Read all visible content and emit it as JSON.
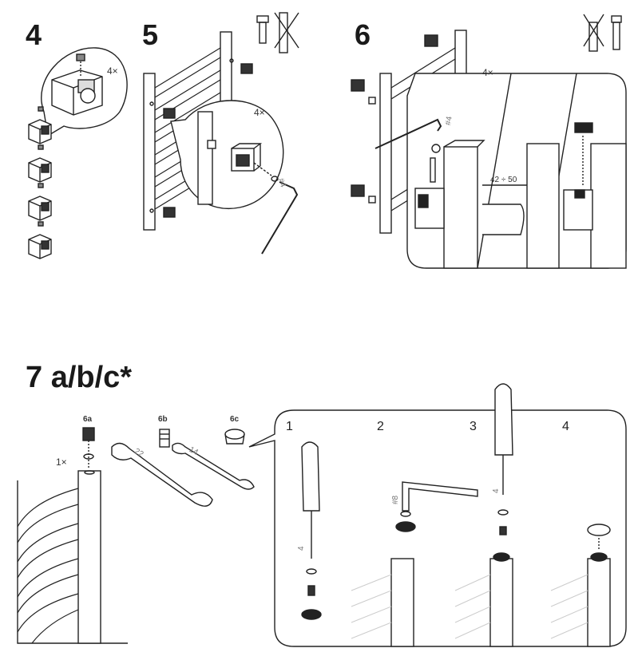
{
  "steps": {
    "s4": "4",
    "s5": "5",
    "s6": "6",
    "s7": "7 a/b/c*"
  },
  "labels": {
    "qty_4x_a": "4×",
    "qty_4x_b": "4×",
    "qty_4x_c": "4×",
    "qty_1x": "1×",
    "allen_4a": "#4",
    "allen_4b": "#4",
    "allen_8": "#8",
    "dimension": "42 ÷ 50",
    "part_6a": "6a",
    "part_6b": "6b",
    "part_6c": "6c",
    "wrench_22": "22",
    "wrench_14": "14",
    "screwdriver_4a": "4",
    "screwdriver_4b": "4"
  },
  "substeps": [
    "1",
    "2",
    "3",
    "4"
  ]
}
